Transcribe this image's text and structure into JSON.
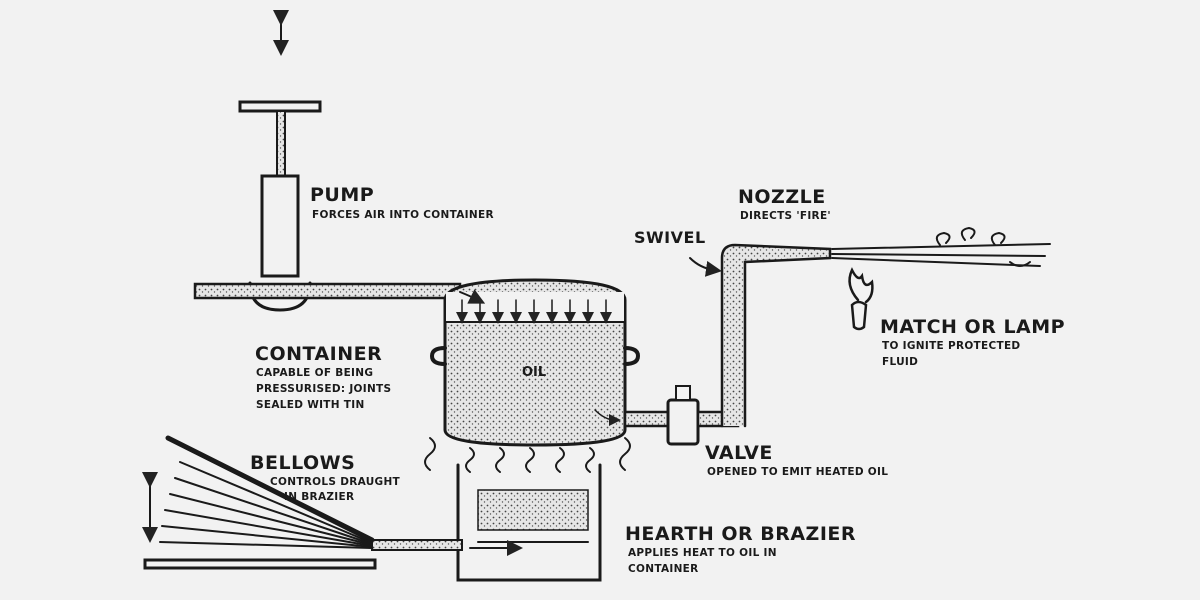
{
  "labels": {
    "pump": {
      "title": "PUMP",
      "desc": [
        "FORCES AIR INTO CONTAINER"
      ]
    },
    "nozzle": {
      "title": "NOZZLE",
      "desc": [
        "DIRECTS 'FIRE'"
      ]
    },
    "swivel": {
      "title": "SWIVEL"
    },
    "match": {
      "title": "MATCH OR LAMP",
      "desc": [
        "TO IGNITE PROTECTED",
        "FLUID"
      ]
    },
    "container": {
      "title": "CONTAINER",
      "desc": [
        "CAPABLE OF BEING",
        "PRESSURISED: JOINTS",
        "SEALED WITH TIN"
      ]
    },
    "oil": {
      "title": "OIL"
    },
    "valve": {
      "title": "VALVE",
      "desc": [
        "OPENED TO EMIT HEATED OIL"
      ]
    },
    "bellows": {
      "title": "BELLOWS",
      "desc": [
        "CONTROLS DRAUGHT",
        "IN BRAZIER"
      ]
    },
    "hearth": {
      "title": "HEARTH OR BRAZIER",
      "desc": [
        "APPLIES HEAT TO OIL IN",
        "CONTAINER"
      ]
    }
  }
}
